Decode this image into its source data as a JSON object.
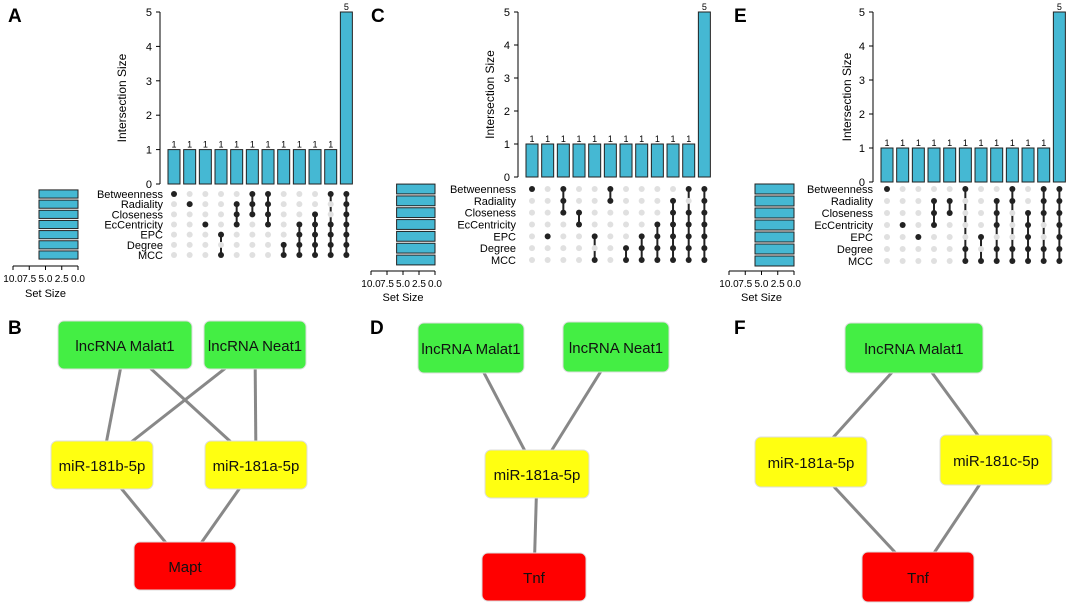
{
  "panels": [
    {
      "letter": "A",
      "kind": "upset",
      "chart": {
        "type": "bar",
        "ylabel": "Intersection Size",
        "ylim": [
          0,
          5
        ],
        "yticks": [
          0,
          1,
          2,
          3,
          4,
          5
        ],
        "values": [
          1,
          1,
          1,
          1,
          1,
          1,
          1,
          1,
          1,
          1,
          1,
          5
        ],
        "sets": [
          "Betweenness",
          "Radiality",
          "Closeness",
          "EcCentricity",
          "EPC",
          "Degree",
          "MCC"
        ],
        "set_sizes": [
          6,
          6,
          6,
          6,
          6,
          6,
          6
        ],
        "set_axis_ticks": [
          "10.0",
          "7.5",
          "5.0",
          "2.5",
          "0.0"
        ],
        "set_axis_label": "Set Size",
        "memberships": [
          [
            0
          ],
          [
            1
          ],
          [
            3
          ],
          [
            4,
            6
          ],
          [
            1,
            2,
            3
          ],
          [
            0,
            1,
            2
          ],
          [
            0,
            1,
            2,
            3
          ],
          [
            5,
            6
          ],
          [
            3,
            4,
            5,
            6
          ],
          [
            2,
            3,
            4,
            5,
            6
          ],
          [
            0,
            3,
            4,
            5,
            6
          ],
          [
            0,
            1,
            2,
            3,
            4,
            5,
            6
          ]
        ]
      }
    },
    {
      "letter": "C",
      "kind": "upset",
      "chart": {
        "type": "bar",
        "ylabel": "Intersection Size",
        "ylim": [
          0,
          5
        ],
        "yticks": [
          0,
          1,
          2,
          3,
          4,
          5
        ],
        "values": [
          1,
          1,
          1,
          1,
          1,
          1,
          1,
          1,
          1,
          1,
          1,
          5
        ],
        "sets": [
          "Betweenness",
          "Radiality",
          "Closeness",
          "EcCentricity",
          "EPC",
          "Degree",
          "MCC"
        ],
        "set_sizes": [
          6,
          6,
          6,
          6,
          6,
          6,
          6
        ],
        "set_axis_ticks": [
          "10.0",
          "7.5",
          "5.0",
          "2.5",
          "0.0"
        ],
        "set_axis_label": "Set Size",
        "memberships": [
          [
            0
          ],
          [
            4
          ],
          [
            0,
            1,
            2
          ],
          [
            2,
            3
          ],
          [
            4,
            6
          ],
          [
            0,
            1
          ],
          [
            5,
            6
          ],
          [
            4,
            5,
            6
          ],
          [
            3,
            4,
            5,
            6
          ],
          [
            1,
            2,
            3,
            4,
            5,
            6
          ],
          [
            0,
            2,
            3,
            4,
            5,
            6
          ],
          [
            0,
            1,
            2,
            3,
            4,
            5,
            6
          ]
        ]
      }
    },
    {
      "letter": "E",
      "kind": "upset",
      "chart": {
        "type": "bar",
        "ylabel": "Intersection Size",
        "ylim": [
          0,
          5
        ],
        "yticks": [
          0,
          1,
          2,
          3,
          4,
          5
        ],
        "values": [
          1,
          1,
          1,
          1,
          1,
          1,
          1,
          1,
          1,
          1,
          1,
          5
        ],
        "sets": [
          "Betweenness",
          "Radiality",
          "Closeness",
          "EcCentricity",
          "EPC",
          "Degree",
          "MCC"
        ],
        "set_sizes": [
          6,
          6,
          6,
          6,
          6,
          6,
          6
        ],
        "set_axis_ticks": [
          "10.0",
          "7.5",
          "5.0",
          "2.5",
          "0.0"
        ],
        "set_axis_label": "Set Size",
        "memberships": [
          [
            0
          ],
          [
            3
          ],
          [
            4
          ],
          [
            1,
            2,
            3
          ],
          [
            1,
            2
          ],
          [
            0,
            5,
            6
          ],
          [
            4,
            6
          ],
          [
            1,
            2,
            3,
            5,
            6
          ],
          [
            0,
            1,
            5,
            6
          ],
          [
            2,
            3,
            4,
            5,
            6
          ],
          [
            0,
            1,
            2,
            5,
            6
          ],
          [
            0,
            1,
            2,
            3,
            4,
            5,
            6
          ]
        ]
      }
    },
    {
      "letter": "B",
      "kind": "network",
      "nodes": [
        {
          "id": "n1",
          "label": "lncRNA Malat1",
          "type": "lncRNA",
          "color": "#44ee44"
        },
        {
          "id": "n2",
          "label": "lncRNA Neat1",
          "type": "lncRNA",
          "color": "#44ee44"
        },
        {
          "id": "n3",
          "label": "miR-181b-5p",
          "type": "miRNA",
          "color": "#ffff11"
        },
        {
          "id": "n4",
          "label": "miR-181a-5p",
          "type": "miRNA",
          "color": "#ffff11"
        },
        {
          "id": "n5",
          "label": "Mapt",
          "type": "mRNA",
          "color": "#ff0000"
        }
      ],
      "edges": [
        [
          "n1",
          "n3"
        ],
        [
          "n1",
          "n4"
        ],
        [
          "n2",
          "n3"
        ],
        [
          "n2",
          "n4"
        ],
        [
          "n3",
          "n5"
        ],
        [
          "n4",
          "n5"
        ]
      ]
    },
    {
      "letter": "D",
      "kind": "network",
      "nodes": [
        {
          "id": "n1",
          "label": "lncRNA Malat1",
          "type": "lncRNA",
          "color": "#44ee44"
        },
        {
          "id": "n2",
          "label": "lncRNA Neat1",
          "type": "lncRNA",
          "color": "#44ee44"
        },
        {
          "id": "n3",
          "label": "miR-181a-5p",
          "type": "miRNA",
          "color": "#ffff11"
        },
        {
          "id": "n4",
          "label": "Tnf",
          "type": "mRNA",
          "color": "#ff0000"
        }
      ],
      "edges": [
        [
          "n1",
          "n3"
        ],
        [
          "n2",
          "n3"
        ],
        [
          "n3",
          "n4"
        ]
      ]
    },
    {
      "letter": "F",
      "kind": "network",
      "nodes": [
        {
          "id": "n1",
          "label": "lncRNA Malat1",
          "type": "lncRNA",
          "color": "#44ee44"
        },
        {
          "id": "n2",
          "label": "miR-181a-5p",
          "type": "miRNA",
          "color": "#ffff11"
        },
        {
          "id": "n3",
          "label": "miR-181c-5p",
          "type": "miRNA",
          "color": "#ffff11"
        },
        {
          "id": "n4",
          "label": "Tnf",
          "type": "mRNA",
          "color": "#ff0000"
        }
      ],
      "edges": [
        [
          "n1",
          "n2"
        ],
        [
          "n1",
          "n3"
        ],
        [
          "n2",
          "n4"
        ],
        [
          "n3",
          "n4"
        ]
      ]
    }
  ],
  "colors": {
    "bar_fill": "#45b8d3",
    "dot_on": "#222222",
    "dot_off": "#e0e0e0",
    "edge": "#888888",
    "node_border": "#dddddd"
  }
}
